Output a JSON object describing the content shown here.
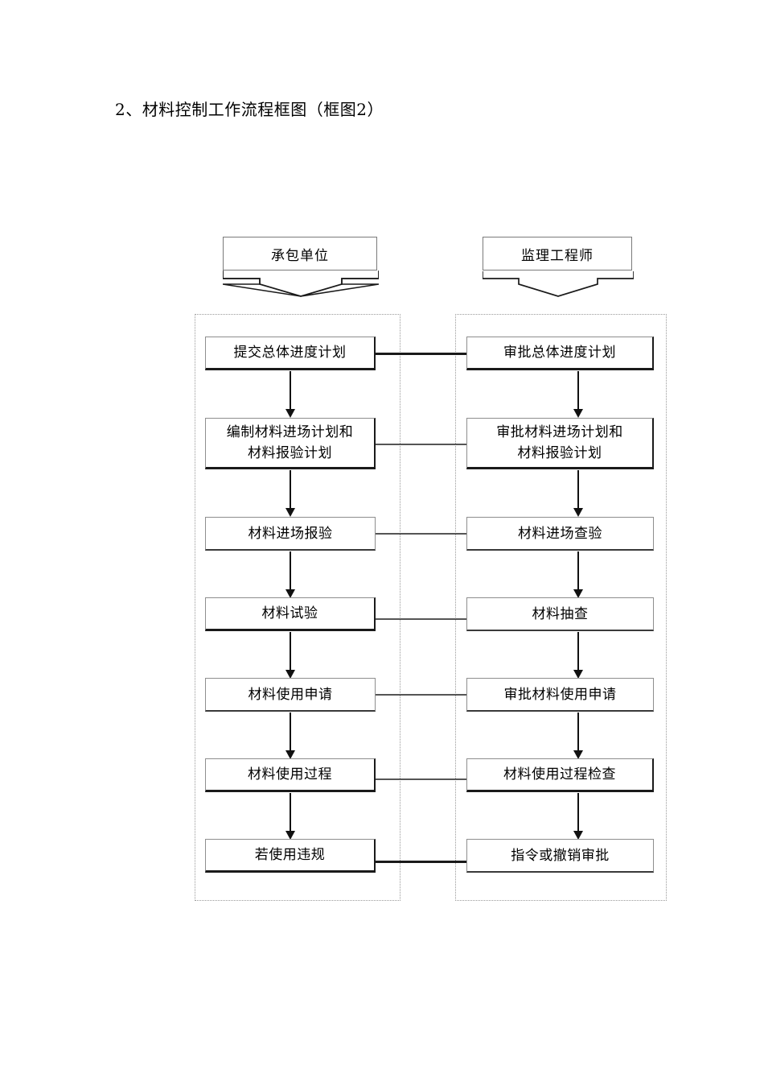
{
  "document": {
    "title": "2、材料控制工作流程框图（框图2）"
  },
  "diagram": {
    "type": "flowchart",
    "lanes": [
      {
        "id": "contractor",
        "header": "承包单位"
      },
      {
        "id": "supervisor",
        "header": "监理工程师"
      }
    ],
    "rows": [
      {
        "left": "提交总体进度计划",
        "right": "审批总体进度计划",
        "connector": "thick"
      },
      {
        "left": "编制材料进场计划和\n材料报验计划",
        "right": "审批材料进场计划和\n材料报验计划",
        "connector": "thin"
      },
      {
        "left": "材料进场报验",
        "right": "材料进场查验",
        "connector": "thin"
      },
      {
        "left": "材料试验",
        "right": "材料抽查",
        "connector": "thin"
      },
      {
        "left": "材料使用申请",
        "right": "审批材料使用申请",
        "connector": "thin"
      },
      {
        "left": "材料使用过程",
        "right": "材料使用过程检查",
        "connector": "thin"
      },
      {
        "left": "若使用违规",
        "right": "指令或撤销审批",
        "connector": "thick"
      }
    ],
    "colors": {
      "line": "#1a1a1a",
      "box_border": "#8e8e8e",
      "lane_border": "#9a9a9a",
      "background": "#ffffff"
    }
  }
}
